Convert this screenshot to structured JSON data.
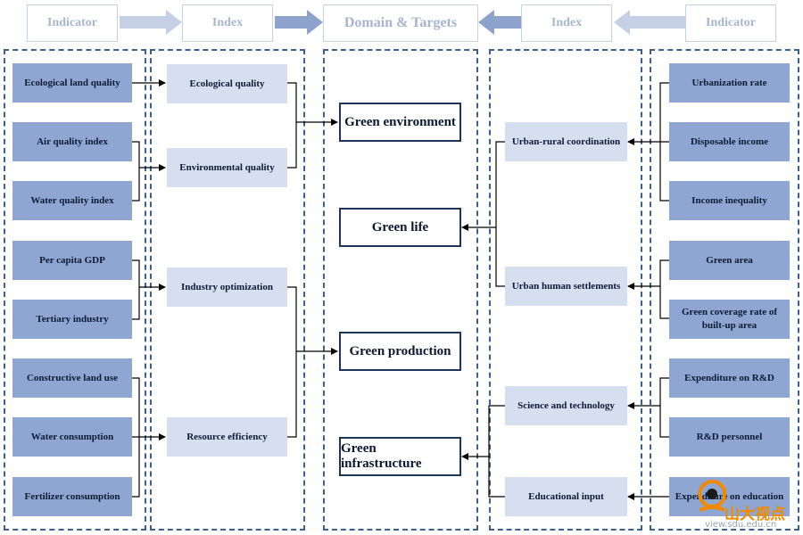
{
  "header": {
    "left_indicator": "Indicator",
    "left_index": "Index",
    "center": "Domain & Targets",
    "right_index": "Index",
    "right_indicator": "Indicator"
  },
  "left_indicators": [
    "Ecological land quality",
    "Air quality index",
    "Water quality index",
    "Per capita GDP",
    "Tertiary industry",
    "Constructive land use",
    "Water consumption",
    "Fertilizer consumption"
  ],
  "left_indices": [
    "Ecological quality",
    "Environmental quality",
    "Industry optimization",
    "Resource efficiency"
  ],
  "targets": [
    "Green environment",
    "Green life",
    "Green production",
    "Green infrastructure"
  ],
  "right_indices": [
    "Urban-rural coordination",
    "Urban human settlements",
    "Science and technology",
    "Educational input"
  ],
  "right_indicators": [
    "Urbanization rate",
    "Disposable income",
    "Income inequality",
    "Green area",
    "Green coverage rate of built-up area",
    "Expenditure on R&D",
    "R&D personnel",
    "Expenditure on education"
  ],
  "watermark": {
    "text": "山大视点",
    "url": "view.sdu.edu.cn"
  },
  "colors": {
    "indicator_fill": "#8fa6d2",
    "index_fill": "#d5dff0",
    "border_dash": "#3b5f8f",
    "target_border": "#1d3557"
  }
}
